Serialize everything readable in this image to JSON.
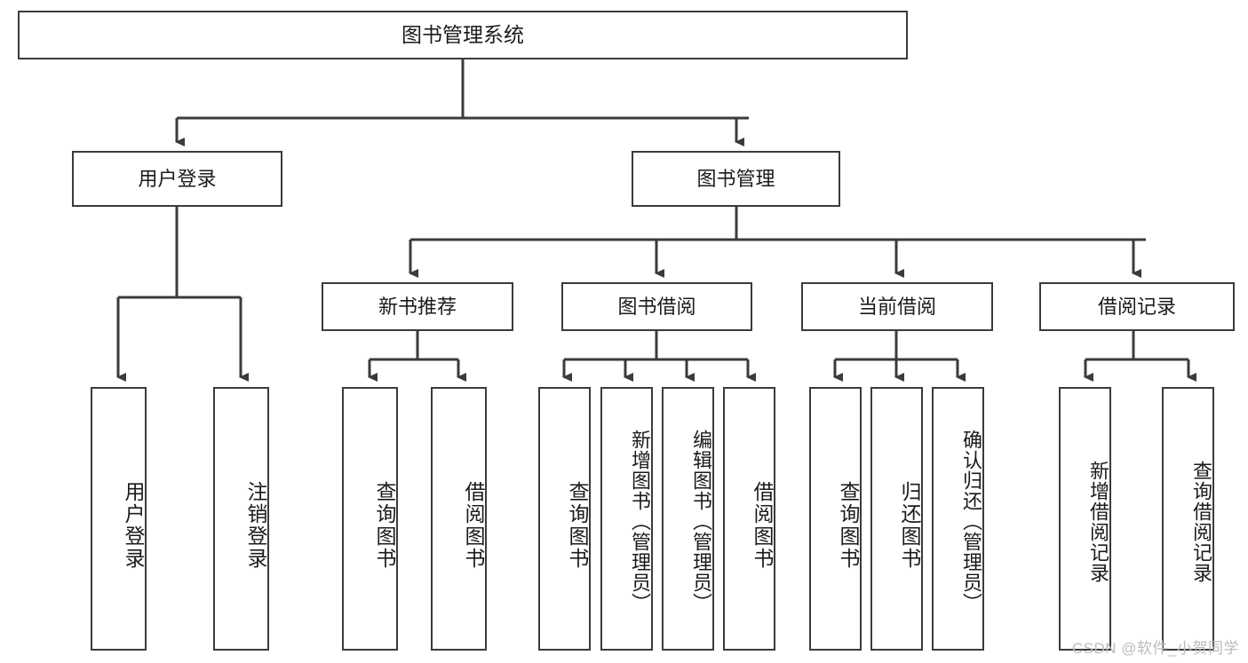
{
  "diagram": {
    "title": "图书管理系统",
    "type": "tree",
    "watermark": "CSDN @软件_小贺同学",
    "nodes": {
      "root": {
        "label": "图书管理系统"
      },
      "level2": [
        {
          "id": "user-login",
          "label": "用户登录"
        },
        {
          "id": "book-manage",
          "label": "图书管理"
        }
      ],
      "level3": [
        {
          "id": "new-book-recommend",
          "label": "新书推荐"
        },
        {
          "id": "book-borrow",
          "label": "图书借阅"
        },
        {
          "id": "current-borrow",
          "label": "当前借阅"
        },
        {
          "id": "borrow-record",
          "label": "借阅记录"
        }
      ],
      "leaves": [
        {
          "id": "leaf-user-login",
          "label": "用户登录",
          "parent": "user-login"
        },
        {
          "id": "leaf-user-logout",
          "label": "注销登录",
          "parent": "user-login"
        },
        {
          "id": "leaf-query-book-1",
          "label": "查询图书",
          "parent": "new-book-recommend"
        },
        {
          "id": "leaf-borrow-book-1",
          "label": "借阅图书",
          "parent": "new-book-recommend"
        },
        {
          "id": "leaf-query-book-2",
          "label": "查询图书",
          "parent": "book-borrow"
        },
        {
          "id": "leaf-add-book",
          "label": "新增图书（管理员）",
          "parent": "book-borrow"
        },
        {
          "id": "leaf-edit-book",
          "label": "编辑图书（管理员）",
          "parent": "book-borrow"
        },
        {
          "id": "leaf-borrow-book-2",
          "label": "借阅图书",
          "parent": "book-borrow"
        },
        {
          "id": "leaf-query-book-3",
          "label": "查询图书",
          "parent": "current-borrow"
        },
        {
          "id": "leaf-return-book",
          "label": "归还图书",
          "parent": "current-borrow"
        },
        {
          "id": "leaf-confirm-return",
          "label": "确认归还（管理员）",
          "parent": "current-borrow"
        },
        {
          "id": "leaf-add-record",
          "label": "新增借阅记录",
          "parent": "borrow-record"
        },
        {
          "id": "leaf-query-record",
          "label": "查询借阅记录",
          "parent": "borrow-record"
        }
      ]
    },
    "colors": {
      "stroke": "#3b3b3b",
      "fill": "#ffffff",
      "text": "#1b1b1b",
      "watermark": "#bcbcbc"
    }
  }
}
